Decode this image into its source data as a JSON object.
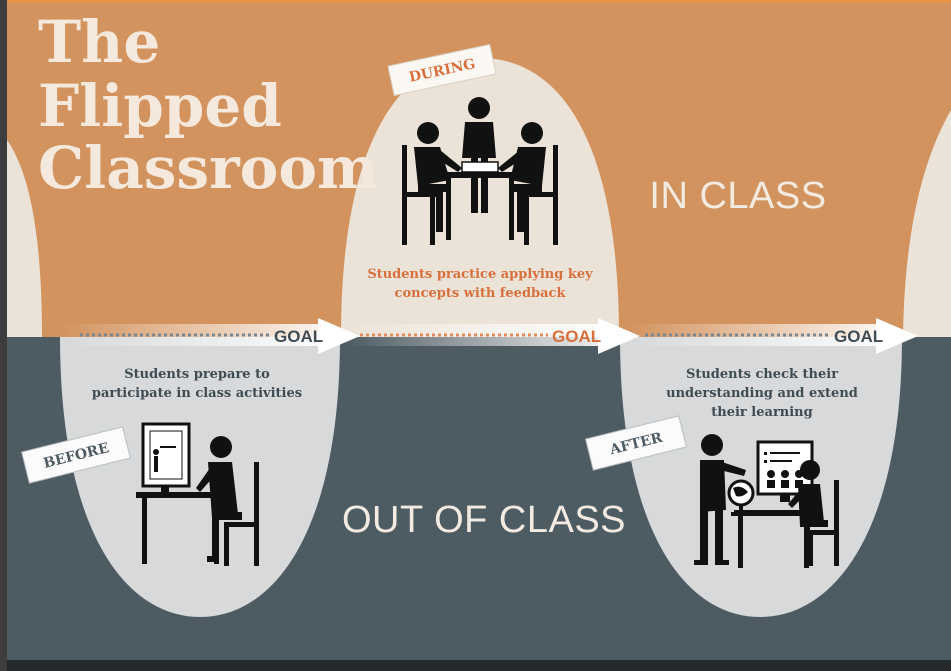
{
  "title": [
    "The",
    "Flipped",
    "Classroom"
  ],
  "regions": {
    "in_class": "IN CLASS",
    "out_of_class": "OUT OF CLASS"
  },
  "stages": {
    "during": {
      "tag": "DURING",
      "description": [
        "Students practice applying key",
        "concepts with feedback"
      ]
    },
    "before": {
      "tag": "BEFORE",
      "description": [
        "Students prepare to",
        "participate in class activities"
      ]
    },
    "after": {
      "tag": "AFTER",
      "description": [
        "Students check their",
        "understanding and extend",
        "their learning"
      ]
    }
  },
  "goal_label": "GOAL",
  "colors": {
    "in_class_bg": "#d3935e",
    "out_of_class_bg": "#4d5b63",
    "bubble_light": "#ece3d8",
    "bubble_gray": "#d7d9da",
    "goal_orange": "#d7703c",
    "goal_dark": "#3f4c54",
    "frame": "#e6954a",
    "title": "#f4e9dc"
  },
  "icons": [
    "people-at-table-icon",
    "student-at-desk-icon",
    "teacher-with-globe-icon",
    "arrow-right-icon"
  ]
}
